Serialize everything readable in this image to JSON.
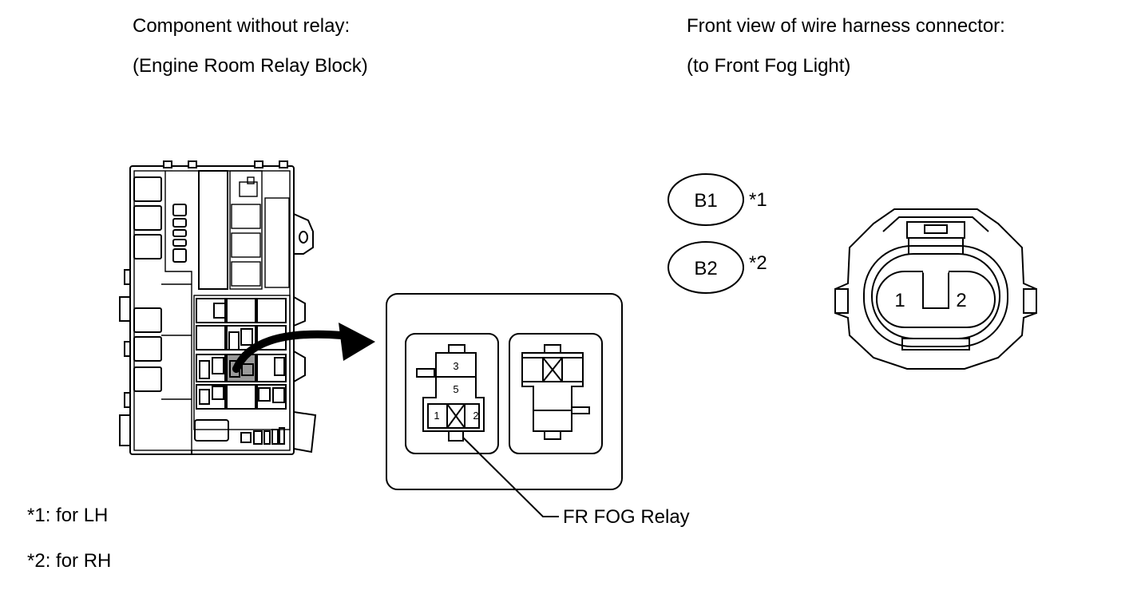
{
  "left_heading": {
    "line1": "Component without relay:",
    "line2": "(Engine Room Relay Block)"
  },
  "right_heading": {
    "line1": "Front view of wire harness connector:",
    "line2": "(to Front Fog Light)"
  },
  "connector_ids": [
    {
      "code": "B1",
      "note_ref": "*1"
    },
    {
      "code": "B2",
      "note_ref": "*2"
    }
  ],
  "relay_terminals": [
    "3",
    "5",
    "1",
    "2"
  ],
  "harness_pins": [
    "1",
    "2"
  ],
  "callout": "FR FOG Relay",
  "footnotes": [
    "*1: for LH",
    "*2: for RH"
  ]
}
